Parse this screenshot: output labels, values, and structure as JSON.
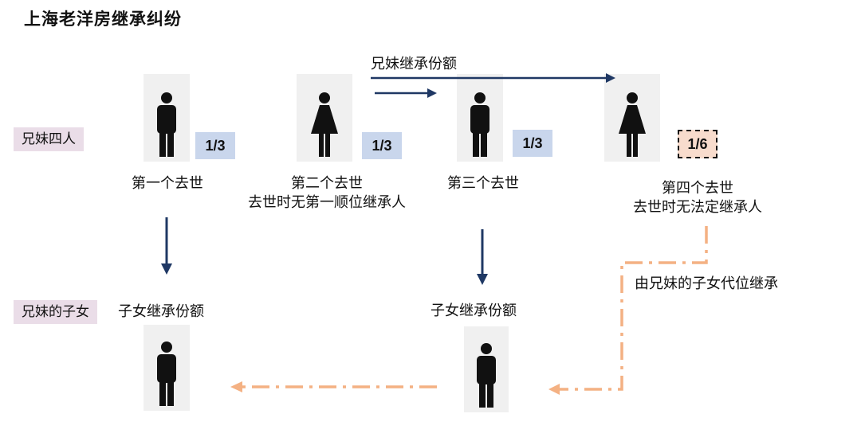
{
  "title": "上海老洋房继承纠纷",
  "row_labels": {
    "siblings": "兄妹四人",
    "children": "兄妹的子女"
  },
  "top_arrow_label": "兄妹继承份额",
  "siblings": [
    {
      "gender": "male",
      "icon": "person-male-icon",
      "share": "1/3",
      "caption": [
        "第一个去世"
      ]
    },
    {
      "gender": "female",
      "icon": "person-female-icon",
      "share": "1/3",
      "caption": [
        "第二个去世",
        "去世时无第一顺位继承人"
      ]
    },
    {
      "gender": "male",
      "icon": "person-male-icon",
      "share": "1/3",
      "caption": [
        "第三个去世"
      ]
    },
    {
      "gender": "female",
      "icon": "person-female-icon",
      "share": "1/6",
      "caption": [
        "第四个去世",
        "去世时无法定继承人"
      ]
    }
  ],
  "children": [
    {
      "icon": "person-male-icon",
      "caption": "子女继承份额"
    },
    {
      "icon": "person-male-icon",
      "caption": "子女继承份额"
    }
  ],
  "dashed_arrow_label": "由兄妹的子女代位继承",
  "colors": {
    "navy_arrow": "#1f3864",
    "orange_dashed": "#f4b183",
    "share_fill": "#c9d6ec",
    "highlight_fill": "#f8dccd",
    "tag_fill": "#eadde8"
  }
}
